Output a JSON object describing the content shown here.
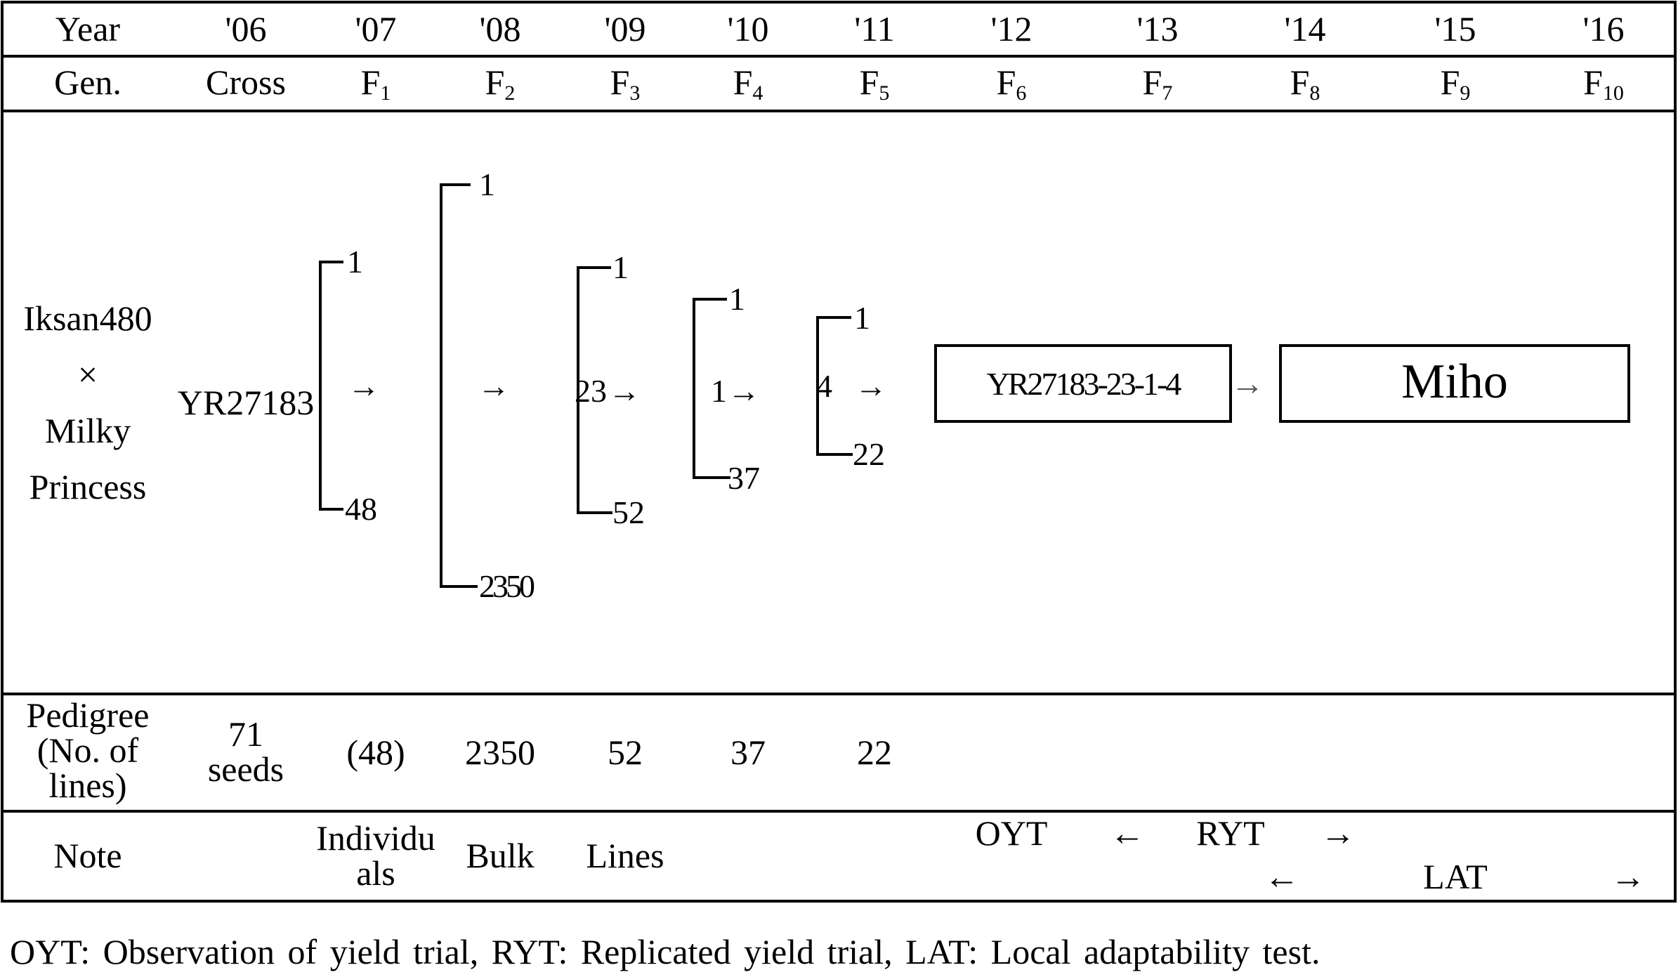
{
  "header": {
    "year_label": "Year",
    "gen_label": "Gen.",
    "years": [
      "'06",
      "'07",
      "'08",
      "'09",
      "'10",
      "'11",
      "'12",
      "'13",
      "'14",
      "'15",
      "'16"
    ],
    "generations": [
      {
        "base": "Cross",
        "sub": ""
      },
      {
        "base": "F",
        "sub": "1"
      },
      {
        "base": "F",
        "sub": "2"
      },
      {
        "base": "F",
        "sub": "3"
      },
      {
        "base": "F",
        "sub": "4"
      },
      {
        "base": "F",
        "sub": "5"
      },
      {
        "base": "F",
        "sub": "6"
      },
      {
        "base": "F",
        "sub": "7"
      },
      {
        "base": "F",
        "sub": "8"
      },
      {
        "base": "F",
        "sub": "9"
      },
      {
        "base": "F",
        "sub": "10"
      }
    ]
  },
  "cross": {
    "parent1": "Iksan480",
    "symbol": "×",
    "parent2_line1": "Milky",
    "parent2_line2": "Princess",
    "name": "YR27183"
  },
  "brackets": [
    {
      "top": "1",
      "bottom": "48",
      "mid": ""
    },
    {
      "top": "1",
      "bottom": "2350",
      "mid": ""
    },
    {
      "top": "1",
      "bottom": "52",
      "mid": "23"
    },
    {
      "top": "1",
      "bottom": "37",
      "mid": "1"
    },
    {
      "top": "1",
      "bottom": "22",
      "mid": "4"
    }
  ],
  "arrow": "→",
  "selected_line": "YR27183-23-1-4",
  "variety": "Miho",
  "pedigree": {
    "label_line1": "Pedigree",
    "label_line2": "(No. of",
    "label_line3": "lines)",
    "cross_line1": "71",
    "cross_line2": "seeds",
    "values": [
      "(48)",
      "2350",
      "52",
      "37",
      "22"
    ]
  },
  "note": {
    "label": "Note",
    "individuals_line1": "Individu",
    "individuals_line2": "als",
    "bulk": "Bulk",
    "lines": "Lines",
    "oyt": "OYT",
    "ryt": "RYT",
    "lat": "LAT",
    "arrow_left": "←",
    "arrow_right": "→"
  },
  "caption": "OYT: Observation of yield trial, RYT: Replicated yield trial, LAT: Local adaptability test."
}
